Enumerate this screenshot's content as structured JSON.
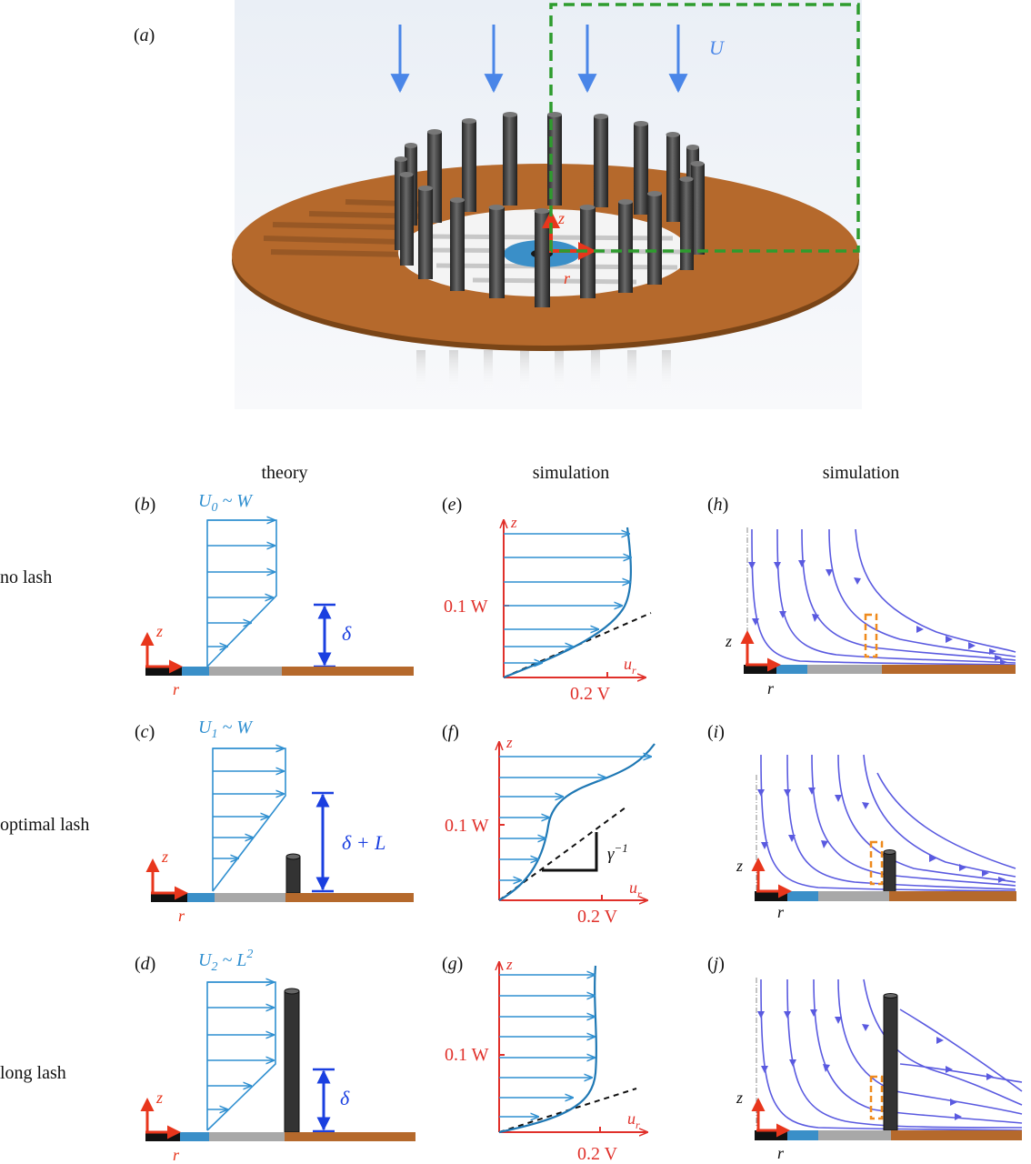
{
  "colors": {
    "blue_arrow": "#4a86e8",
    "profile_blue": "#2f8fd0",
    "dark_blue": "#1a3fe0",
    "red": "#e8361c",
    "axis_red": "#e0302a",
    "green_dash": "#2e9c2e",
    "disk_brown": "#b5692c",
    "lash_gray": "#3a3a3a",
    "stream_blue": "#5a5ae0",
    "orange": "#ef8a1d",
    "ocular_blue": "#3a8fc8"
  },
  "panel_a": {
    "label_open": "(",
    "label": "a",
    "label_close": ")",
    "flow_label": "U",
    "z_label": "z",
    "r_label": "r"
  },
  "headers": {
    "theory": "theory",
    "simulation_1": "simulation",
    "simulation_2": "simulation"
  },
  "rows": [
    {
      "name": "no lash"
    },
    {
      "name": "optimal lash"
    },
    {
      "name": "long lash"
    }
  ],
  "theory_panels": [
    {
      "label": "b",
      "velocity_symbol": "U",
      "velocity_sub": "0",
      "scaling": " ~ W",
      "height_label": "δ",
      "z": "z",
      "r": "r"
    },
    {
      "label": "c",
      "velocity_symbol": "U",
      "velocity_sub": "1",
      "scaling": " ~ W",
      "height_label": "δ + L",
      "z": "z",
      "r": "r"
    },
    {
      "label": "d",
      "velocity_symbol": "U",
      "velocity_sub": "2",
      "scaling": " ~ L",
      "scaling_sup": "2",
      "height_label": "δ",
      "z": "z",
      "r": "r"
    }
  ],
  "profile_panels": [
    {
      "label": "e",
      "z": "z",
      "ytick": "0.1 W",
      "xtick": "0.2 V",
      "xlabel": "u",
      "xlabel_sub": "r"
    },
    {
      "label": "f",
      "z": "z",
      "ytick": "0.1 W",
      "xtick": "0.2 V",
      "xlabel": "u",
      "xlabel_sub": "r",
      "slope_label": "γ",
      "slope_sup": "−1"
    },
    {
      "label": "g",
      "z": "z",
      "ytick": "0.1 W",
      "xtick": "0.2 V",
      "xlabel": "u",
      "xlabel_sub": "r"
    }
  ],
  "stream_panels": [
    {
      "label": "h",
      "z": "z",
      "r": "r"
    },
    {
      "label": "i",
      "z": "z",
      "r": "r"
    },
    {
      "label": "j",
      "z": "z",
      "r": "r"
    }
  ]
}
